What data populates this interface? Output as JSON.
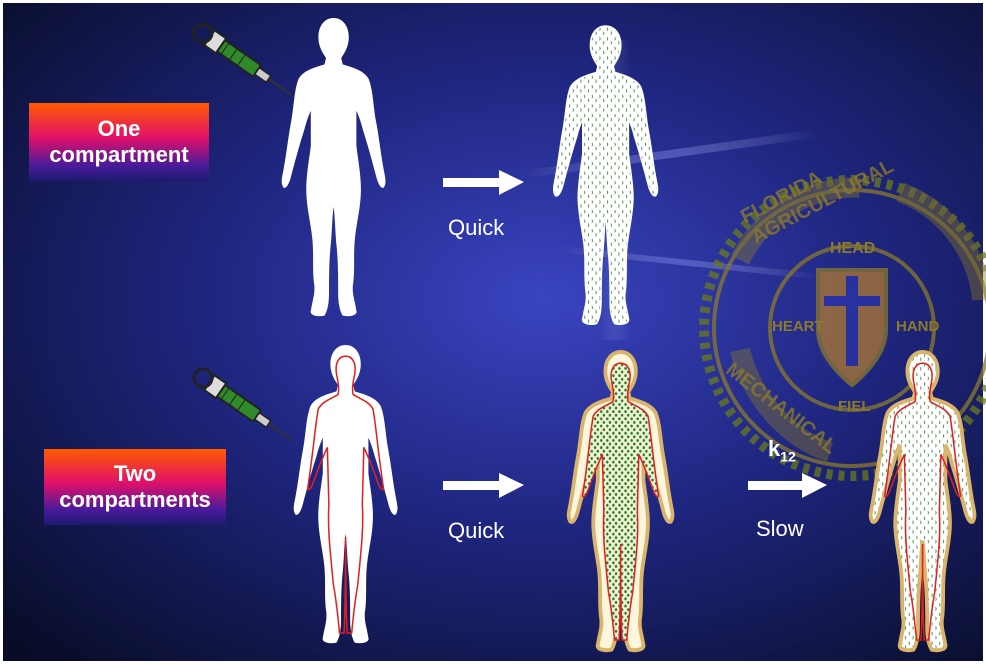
{
  "labels": {
    "one_compartment": [
      "One",
      "compartment"
    ],
    "two_compartments": [
      "Two",
      "compartments"
    ]
  },
  "arrows": {
    "quick_top": "Quick",
    "quick_bottom": "Quick",
    "slow": "Slow",
    "rate_constant": "k",
    "rate_constant_sub": "12"
  },
  "seal": {
    "top_text": "FLORIDA AGRICULTURAL",
    "bottom_text": "MECHANICAL",
    "head": "HEAD",
    "heart": "HEART",
    "hand": "HAND",
    "field": "FIEL"
  },
  "colors": {
    "background_center": "#2a34a8",
    "background_dark": "#0a0f2a",
    "seal": "#8a7a2a",
    "outline_red": "#e02020",
    "dots_green": "#2a7a2a"
  }
}
